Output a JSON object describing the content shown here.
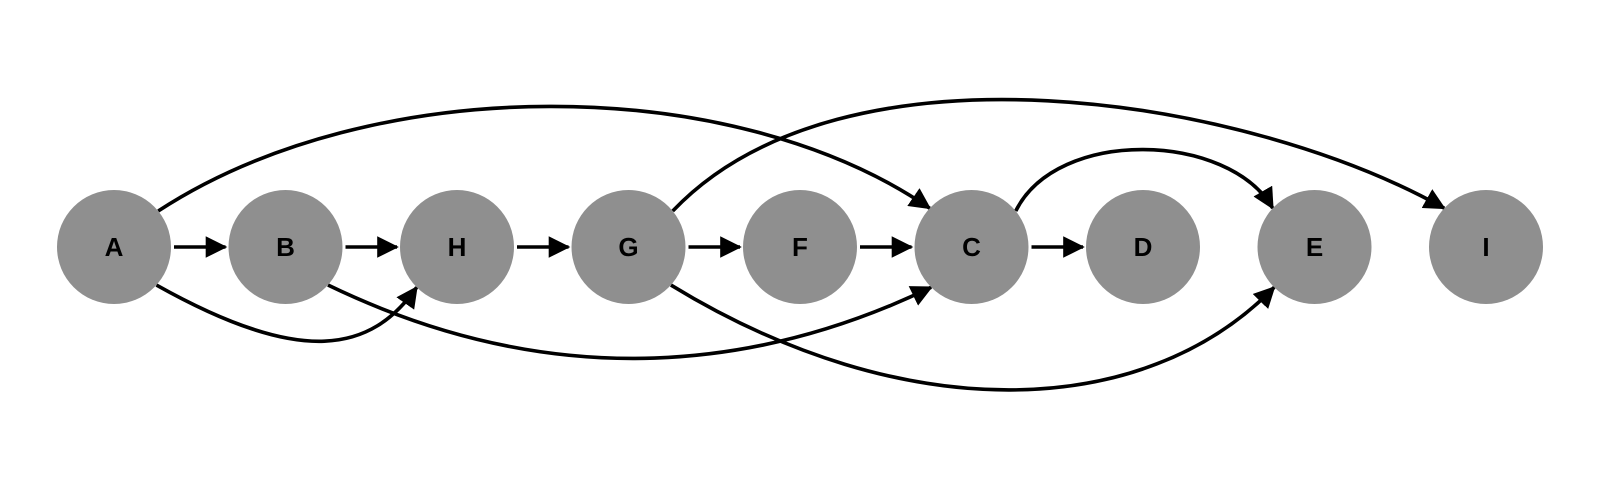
{
  "nodes": [
    {
      "id": "A",
      "label": "A"
    },
    {
      "id": "B",
      "label": "B"
    },
    {
      "id": "H",
      "label": "H"
    },
    {
      "id": "G",
      "label": "G"
    },
    {
      "id": "F",
      "label": "F"
    },
    {
      "id": "C",
      "label": "C"
    },
    {
      "id": "D",
      "label": "D"
    },
    {
      "id": "E",
      "label": "E"
    },
    {
      "id": "I",
      "label": "I"
    }
  ],
  "edges": [
    {
      "from": "A",
      "to": "B"
    },
    {
      "from": "B",
      "to": "H"
    },
    {
      "from": "H",
      "to": "G"
    },
    {
      "from": "G",
      "to": "F"
    },
    {
      "from": "F",
      "to": "C"
    },
    {
      "from": "C",
      "to": "D"
    },
    {
      "from": "A",
      "to": "C"
    },
    {
      "from": "A",
      "to": "H"
    },
    {
      "from": "B",
      "to": "C"
    },
    {
      "from": "G",
      "to": "I"
    },
    {
      "from": "G",
      "to": "E"
    },
    {
      "from": "C",
      "to": "E"
    }
  ],
  "colors": {
    "node_fill": "#8f8f8f",
    "edge": "#000000",
    "label": "#000000",
    "background": "#ffffff"
  }
}
